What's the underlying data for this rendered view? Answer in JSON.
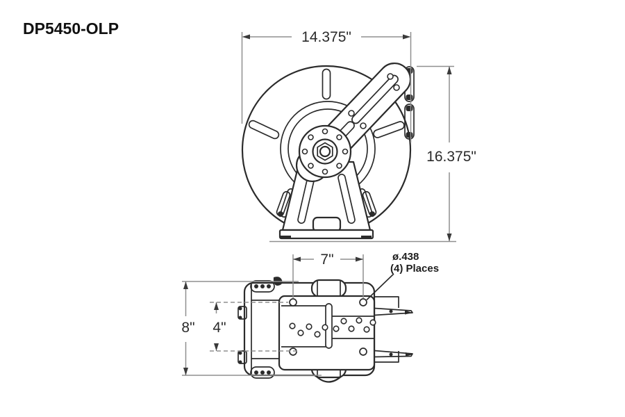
{
  "title": "DP5450-OLP",
  "colors": {
    "background": "#ffffff",
    "part_line": "#2b2b2b",
    "dimension_line": "#8f8f8f",
    "text": "#2a2a2a"
  },
  "front_view": {
    "description": "hose reel front elevation with disc, hub, swing arm and A-frame base",
    "width_dim": "14.375\"",
    "height_dim": "16.375\""
  },
  "top_view": {
    "description": "hose reel plan view with mounting bolt pattern",
    "bolt_span_dim": "7\"",
    "overall_depth_dim": "8\"",
    "bolt_depth_dim": "4\"",
    "hole_callout_line1": "ø.438",
    "hole_callout_line2": "(4) Places"
  }
}
